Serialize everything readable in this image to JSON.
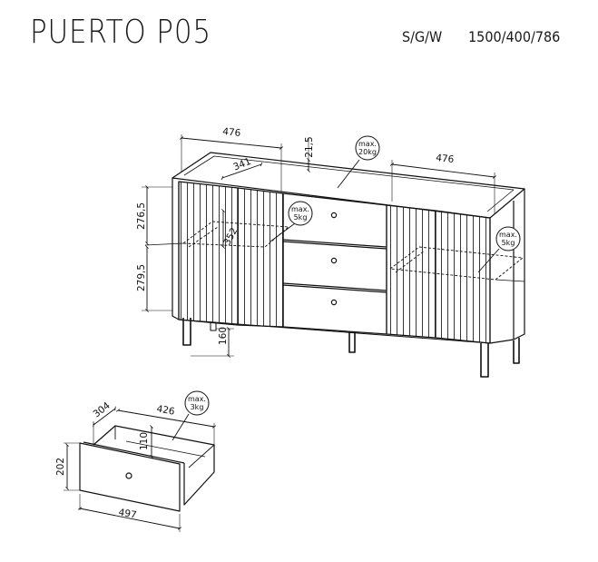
{
  "header": {
    "title": "PUERTO P05",
    "code": "S/G/W",
    "overall_dimensions": "1500/400/786"
  },
  "sideboard": {
    "dimensions": {
      "door_width_left": "476",
      "door_width_right": "476",
      "shelf_depth": "341",
      "shelf_inner": "352",
      "top_thickness": "21,5",
      "upper_height": "276,5",
      "lower_height": "279,5",
      "leg_height": "160"
    },
    "loads": {
      "top": {
        "label": "max.",
        "value": "20kg"
      },
      "shelf_left": {
        "label": "max.",
        "value": "5kg"
      },
      "shelf_right": {
        "label": "max.",
        "value": "5kg"
      }
    }
  },
  "drawer": {
    "dimensions": {
      "depth": "304",
      "inner_width": "426",
      "inner_height": "110",
      "front_height": "202",
      "front_width": "497"
    },
    "load": {
      "label": "max.",
      "value": "3kg"
    }
  }
}
